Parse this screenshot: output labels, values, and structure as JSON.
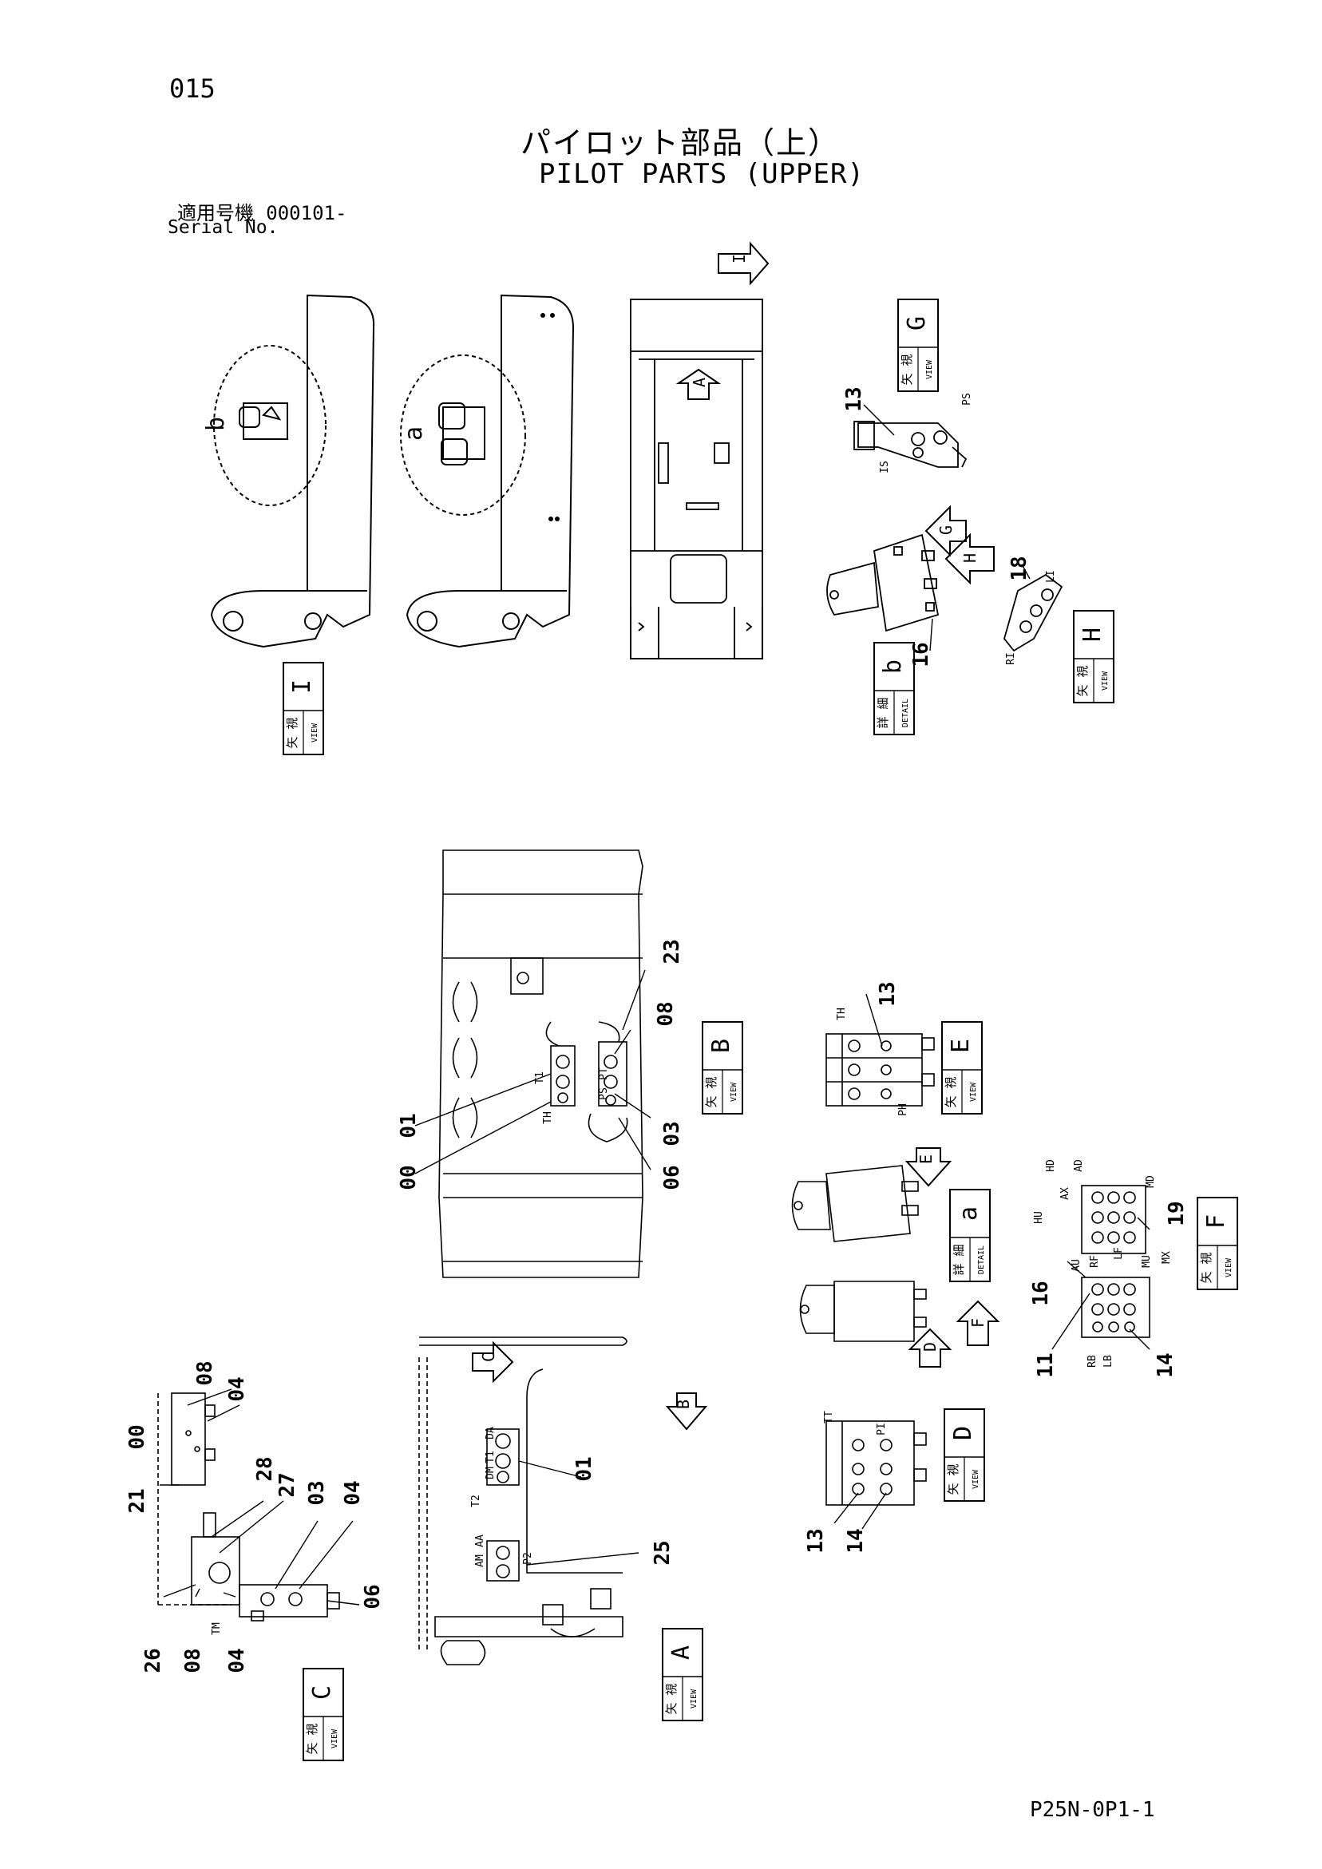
{
  "page_number": "015",
  "title_jp": "パイロット部品（上）",
  "title_en": "PILOT PARTS (UPPER)",
  "serial": {
    "label_jp": "適用号機",
    "value": "000101-",
    "label_en": "Serial No."
  },
  "footer_code": "P25N-0P1-1",
  "view_boxes": [
    {
      "id": "view-i",
      "jp": "矢 視",
      "en": "VIEW",
      "letter": "I"
    },
    {
      "id": "view-g",
      "jp": "矢 視",
      "en": "VIEW",
      "letter": "G"
    },
    {
      "id": "view-h",
      "jp": "矢 視",
      "en": "VIEW",
      "letter": "H"
    },
    {
      "id": "detail-b",
      "jp": "詳 細",
      "en": "DETAIL",
      "letter": "b"
    },
    {
      "id": "view-b",
      "jp": "矢 視",
      "en": "VIEW",
      "letter": "B"
    },
    {
      "id": "view-e",
      "jp": "矢 視",
      "en": "VIEW",
      "letter": "E"
    },
    {
      "id": "detail-a",
      "jp": "詳 細",
      "en": "DETAIL",
      "letter": "a"
    },
    {
      "id": "view-f",
      "jp": "矢 視",
      "en": "VIEW",
      "letter": "F"
    },
    {
      "id": "view-c",
      "jp": "矢 視",
      "en": "VIEW",
      "letter": "C"
    },
    {
      "id": "view-a",
      "jp": "矢 視",
      "en": "VIEW",
      "letter": "A"
    },
    {
      "id": "view-d",
      "jp": "矢 視",
      "en": "VIEW",
      "letter": "D"
    }
  ],
  "part_numbers": [
    "13",
    "18",
    "16",
    "23",
    "08",
    "01",
    "00",
    "03",
    "06",
    "13",
    "19",
    "16",
    "11",
    "14",
    "08",
    "04",
    "00",
    "21",
    "28",
    "27",
    "03",
    "04",
    "06",
    "26",
    "08",
    "04",
    "01",
    "25",
    "13",
    "14"
  ],
  "port_labels": [
    "PS",
    "IS",
    "LI",
    "RI",
    "TH",
    "PH",
    "HD",
    "AD",
    "HU",
    "AX",
    "MD",
    "AU",
    "RF",
    "LF",
    "MU",
    "MX",
    "RB",
    "LB",
    "TT",
    "PI",
    "DA",
    "T1",
    "DM",
    "T2",
    "AA",
    "AM",
    "TM",
    "P2",
    "PS",
    "PT",
    "T1",
    "TH"
  ],
  "callout_letters": [
    "b",
    "a"
  ],
  "arrow_letters": [
    "I",
    "A",
    "G",
    "H",
    "E",
    "F",
    "D",
    "C",
    "B"
  ]
}
